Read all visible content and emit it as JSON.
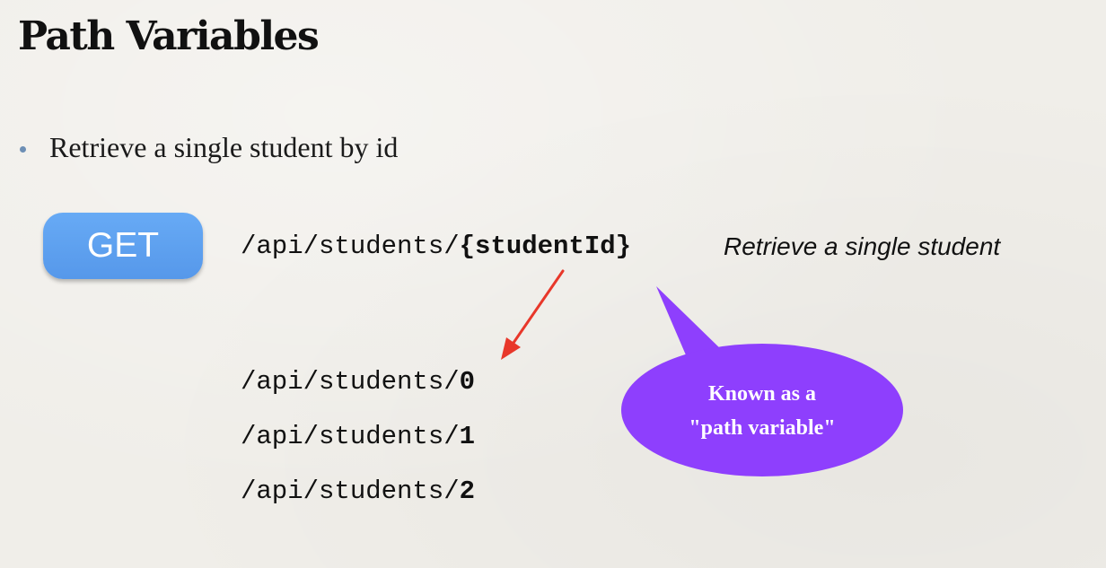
{
  "slide": {
    "title": "Path Variables",
    "bullet": "Retrieve a single student by id",
    "method_button": "GET",
    "endpoint": {
      "prefix": "/api/students/",
      "param": "{studentId}"
    },
    "description": "Retrieve a single student",
    "examples": [
      {
        "prefix": "/api/students/",
        "id": "0"
      },
      {
        "prefix": "/api/students/",
        "id": "1"
      },
      {
        "prefix": "/api/students/",
        "id": "2"
      }
    ],
    "callout": {
      "line1": "Known as a",
      "line2": "\"path variable\""
    }
  },
  "colors": {
    "background": "#f0eee9",
    "button": "#5c9ff0",
    "bullet": "#6d8fb5",
    "arrow": "#e8372a",
    "callout": "#8e3ffd"
  }
}
